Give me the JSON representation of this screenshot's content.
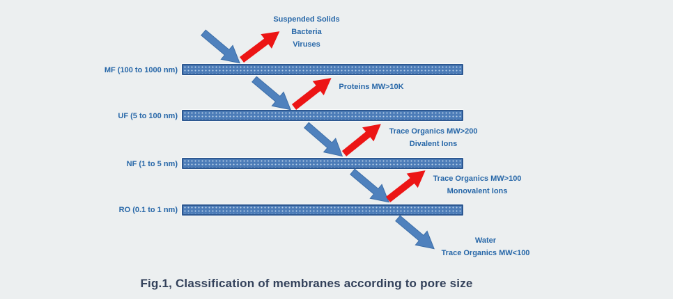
{
  "figure": {
    "caption": "Fig.1, Classification of membranes according to pore size"
  },
  "colors": {
    "background": "#eceff0",
    "bar_fill": "#4c7cb8",
    "bar_border": "#2d5891",
    "feed_arrow": "#4f81bd",
    "reject_arrow": "#ec1515",
    "label_text": "#2767a8",
    "caption_text": "#33415a"
  },
  "membranes": [
    {
      "label": "MF (100 to 1000 nm)",
      "rejects": [
        "Suspended Solids",
        "Bacteria",
        "Viruses"
      ]
    },
    {
      "label": "UF (5 to 100 nm)",
      "rejects": [
        "Proteins MW>10K"
      ]
    },
    {
      "label": "NF (1 to 5 nm)",
      "rejects": [
        "Trace Organics MW>200",
        "Divalent Ions"
      ]
    },
    {
      "label": "RO (0.1 to 1 nm)",
      "rejects": [
        "Trace Organics MW>100",
        "Monovalent Ions"
      ]
    }
  ],
  "permeate": {
    "lines": [
      "Water",
      "Trace Organics MW<100"
    ]
  }
}
